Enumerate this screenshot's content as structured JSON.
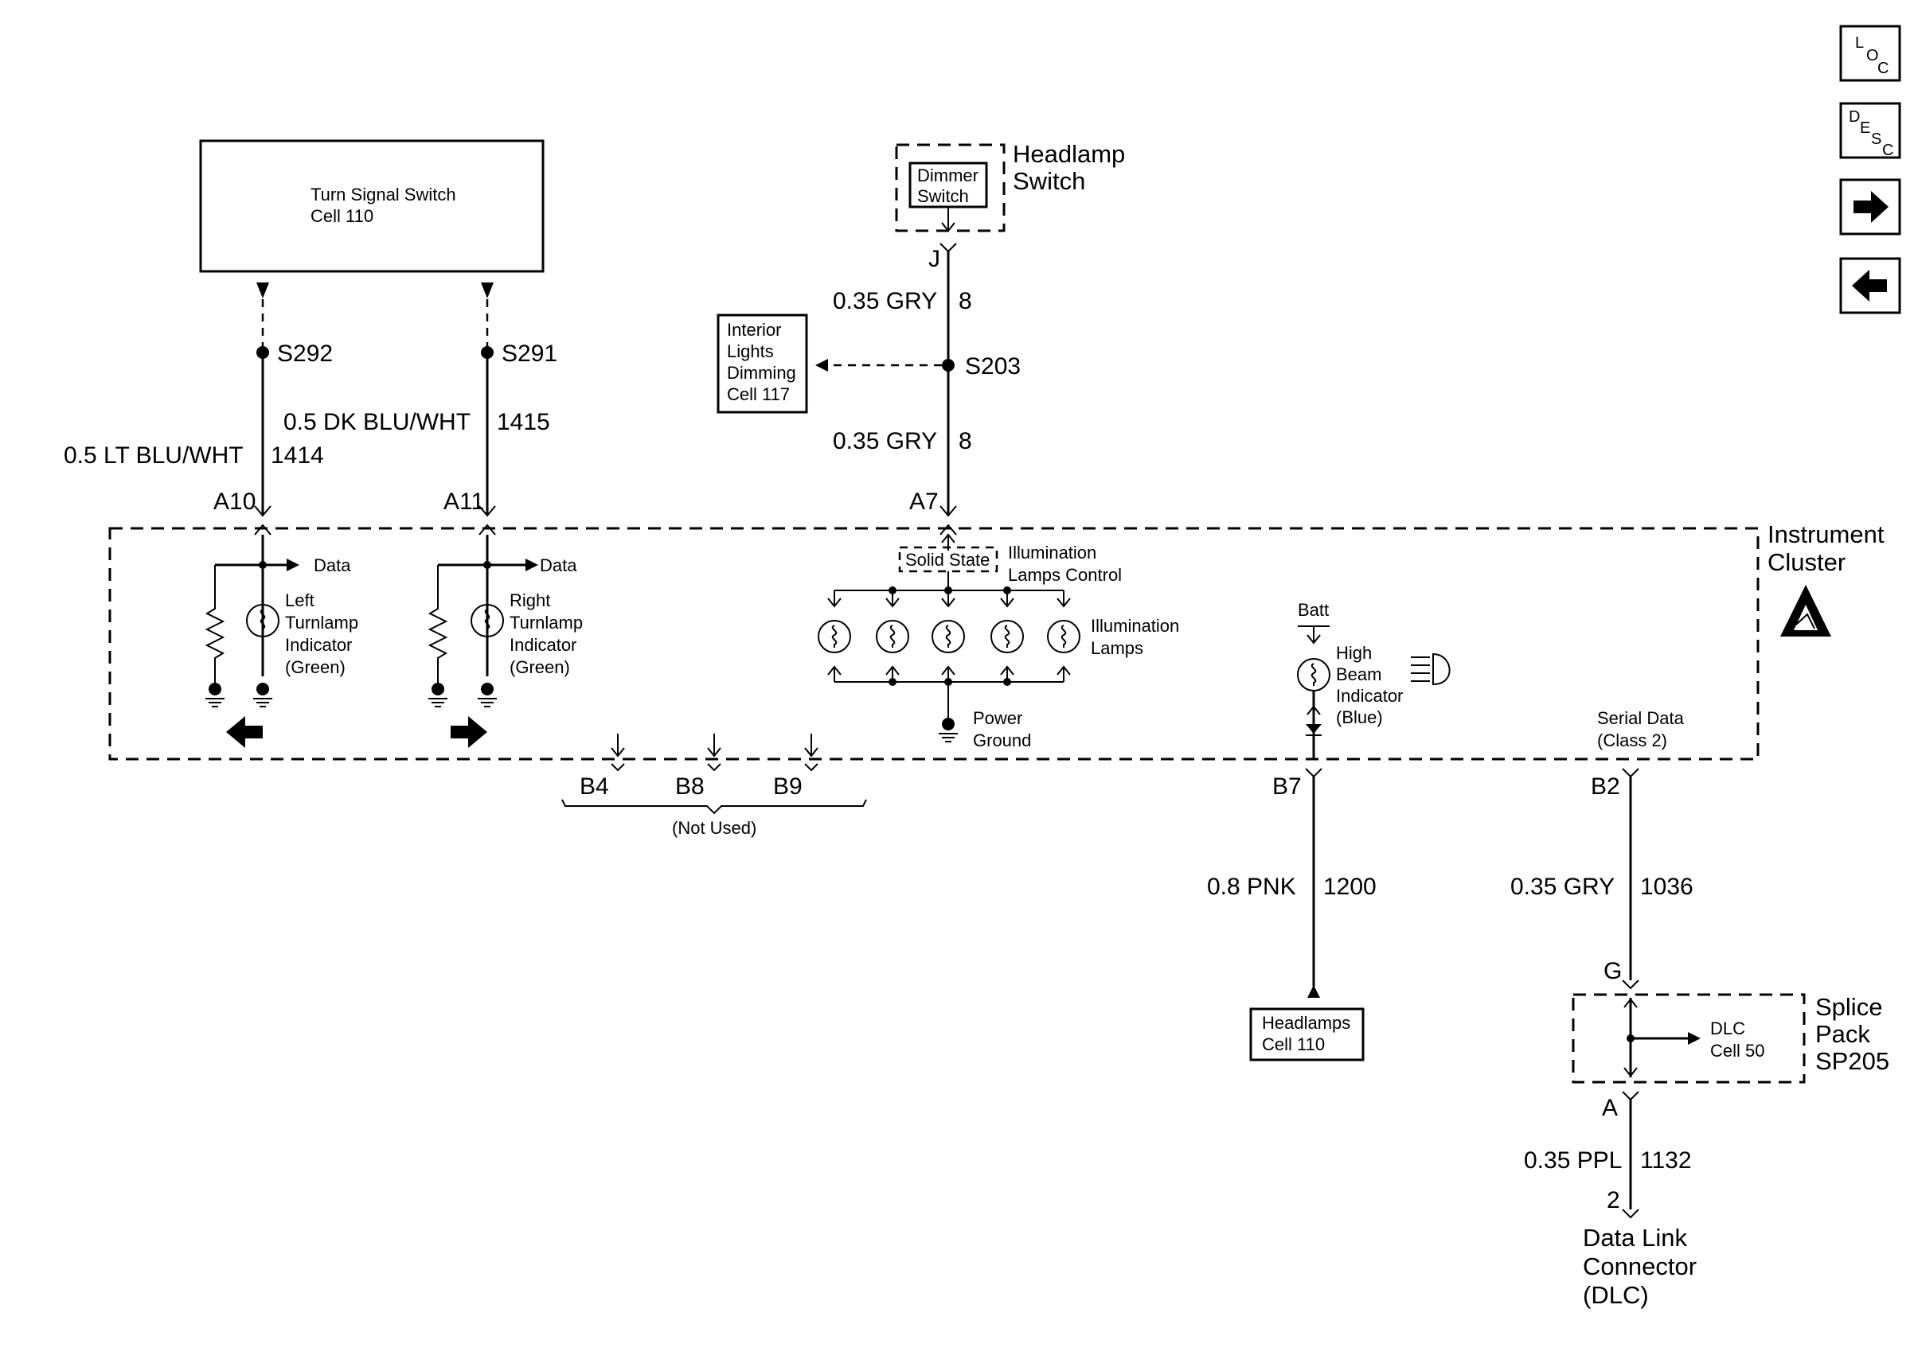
{
  "nav": {
    "loc": {
      "l1": "L",
      "l2": "O",
      "l3": "C"
    },
    "desc": {
      "l1": "D",
      "l2": "E",
      "l3": "S",
      "l4": "C"
    }
  },
  "turn_switch": {
    "line1": "Turn Signal Switch",
    "line2": "Cell 110"
  },
  "headlamp_switch": {
    "line1": "Headlamp",
    "line2": "Switch",
    "dimmer1": "Dimmer",
    "dimmer2": "Switch",
    "pin": "J"
  },
  "interior_lights": {
    "line1": "Interior",
    "line2": "Lights",
    "line3": "Dimming",
    "line4": "Cell 117"
  },
  "splices": {
    "s292": "S292",
    "s291": "S291",
    "s203": "S203"
  },
  "wires": {
    "w1414_color": "0.5 LT BLU/WHT",
    "w1414_num": "1414",
    "w1415_color": "0.5 DK BLU/WHT",
    "w1415_num": "1415",
    "w8a_color": "0.35 GRY",
    "w8a_num": "8",
    "w8b_color": "0.35 GRY",
    "w8b_num": "8",
    "w1200_color": "0.8 PNK",
    "w1200_num": "1200",
    "w1036_color": "0.35 GRY",
    "w1036_num": "1036",
    "w1132_color": "0.35 PPL",
    "w1132_num": "1132"
  },
  "pins": {
    "a10": "A10",
    "a11": "A11",
    "a7": "A7",
    "b4": "B4",
    "b8": "B8",
    "b9": "B9",
    "b7": "B7",
    "b2": "B2",
    "g": "G",
    "a": "A",
    "p2": "2"
  },
  "cluster": {
    "line1": "Instrument",
    "line2": "Cluster",
    "data1": "Data",
    "data2": "Data",
    "left_ind": [
      "Left",
      "Turnlamp",
      "Indicator",
      "(Green)"
    ],
    "right_ind": [
      "Right",
      "Turnlamp",
      "Indicator",
      "(Green)"
    ],
    "solid_state": "Solid State",
    "illum_ctrl1": "Illumination",
    "illum_ctrl2": "Lamps Control",
    "illum_lamps1": "Illumination",
    "illum_lamps2": "Lamps",
    "power_ground1": "Power",
    "power_ground2": "Ground",
    "batt": "Batt",
    "high_beam": [
      "High",
      "Beam",
      "Indicator",
      "(Blue)"
    ],
    "serial1": "Serial Data",
    "serial2": "(Class 2)",
    "not_used": "(Not Used)"
  },
  "headlamps": {
    "line1": "Headlamps",
    "line2": "Cell 110"
  },
  "splice_pack": {
    "line1": "Splice",
    "line2": "Pack",
    "line3": "SP205",
    "dlc1": "DLC",
    "dlc2": "Cell 50"
  },
  "dlc_conn": {
    "line1": "Data Link",
    "line2": "Connector",
    "line3": "(DLC)"
  }
}
